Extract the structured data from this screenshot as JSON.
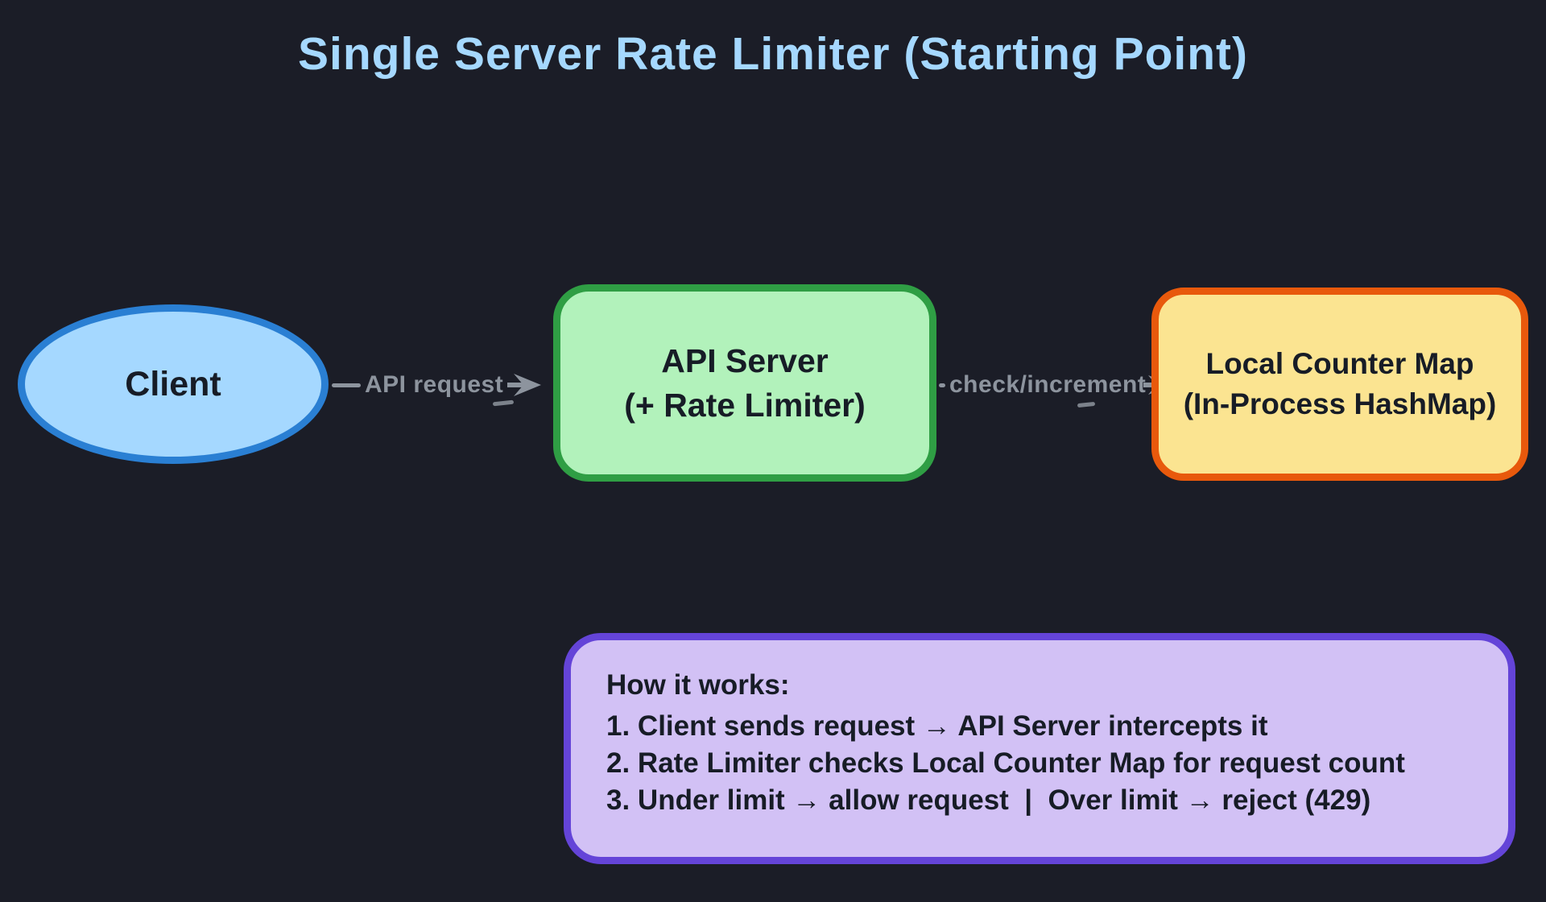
{
  "title": "Single Server Rate Limiter (Starting Point)",
  "nodes": {
    "client": {
      "label": "Client"
    },
    "api_server": {
      "line1": "API Server",
      "line2": "(+ Rate Limiter)"
    },
    "counter_map": {
      "line1": "Local Counter Map",
      "line2": "(In-Process HashMap)"
    }
  },
  "arrows": {
    "request": {
      "label": "API request",
      "from": "client",
      "to": "api_server"
    },
    "check": {
      "label": "check/increment",
      "from": "api_server",
      "to": "counter_map"
    }
  },
  "notes": {
    "heading": "How it works:",
    "steps": [
      "1. Client sends request → API Server intercepts it",
      "2. Rate Limiter checks Local Counter Map for request count",
      "3. Under limit → allow request  |  Over limit → reject (429)"
    ]
  },
  "colors": {
    "background": "#1b1d27",
    "title": "#a5d8ff",
    "client_fill": "#a5d8ff",
    "client_stroke": "#2a7fd3",
    "api_fill": "#b2f2bb",
    "api_stroke": "#2f9e44",
    "map_fill": "#fbe491",
    "map_stroke": "#e8590c",
    "notes_fill": "#d2c1f5",
    "notes_stroke": "#6444d8",
    "arrow": "#8d949e",
    "node_text": "#171c26"
  }
}
